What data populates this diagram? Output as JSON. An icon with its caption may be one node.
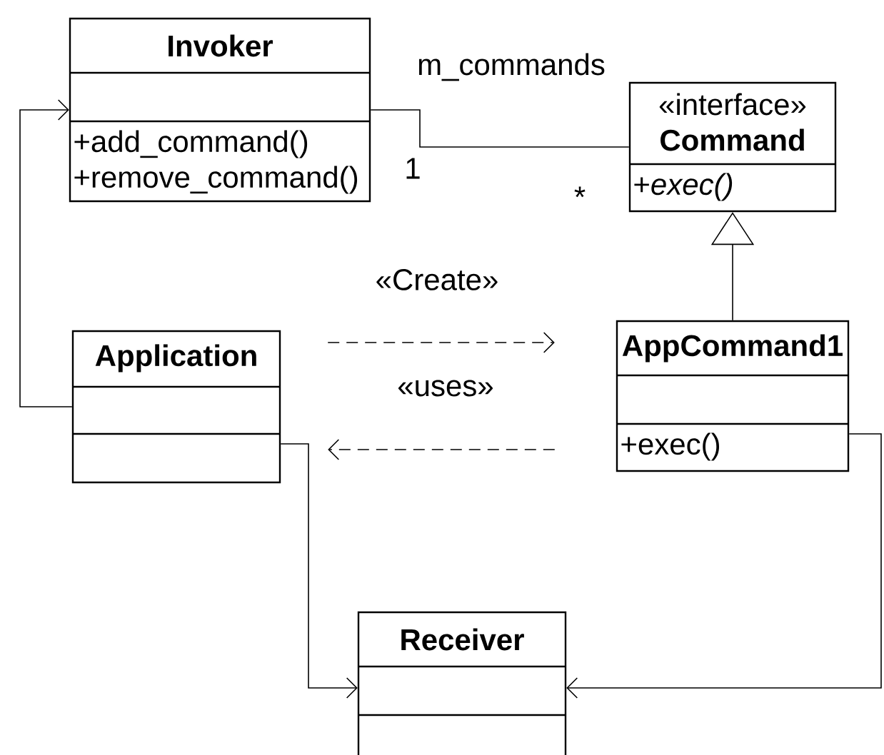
{
  "diagram": {
    "nodes": [
      {
        "text": [
          "Invoker",
          "+add_command()",
          "+remove_command()"
        ]
      },
      {
        "text": [
          "«interface»",
          "Command",
          "+*exec()*"
        ]
      },
      {
        "text": [
          "AppCommand1",
          "+exec()"
        ]
      },
      {
        "text": [
          "Application"
        ]
      },
      {
        "text": [
          "Receiver"
        ]
      }
    ],
    "edges": [
      {
        "from": 3,
        "to": 0,
        "arrow": "to"
      },
      {
        "from": 0,
        "to": 1,
        "arrow": "none",
        "label": "m_commands"
      },
      {
        "from": 2,
        "to": 1,
        "arrow": "to"
      },
      {
        "from": 3,
        "to": 2,
        "arrow": "to",
        "style": "dashed",
        "label": "«Create»"
      },
      {
        "from": 2,
        "to": 3,
        "arrow": "to",
        "style": "dashed",
        "label": "«uses»"
      },
      {
        "from": 3,
        "to": 4,
        "arrow": "to"
      },
      {
        "from": 2,
        "to": 4,
        "arrow": "to"
      }
    ],
    "labels": [
      "1",
      "*"
    ]
  }
}
